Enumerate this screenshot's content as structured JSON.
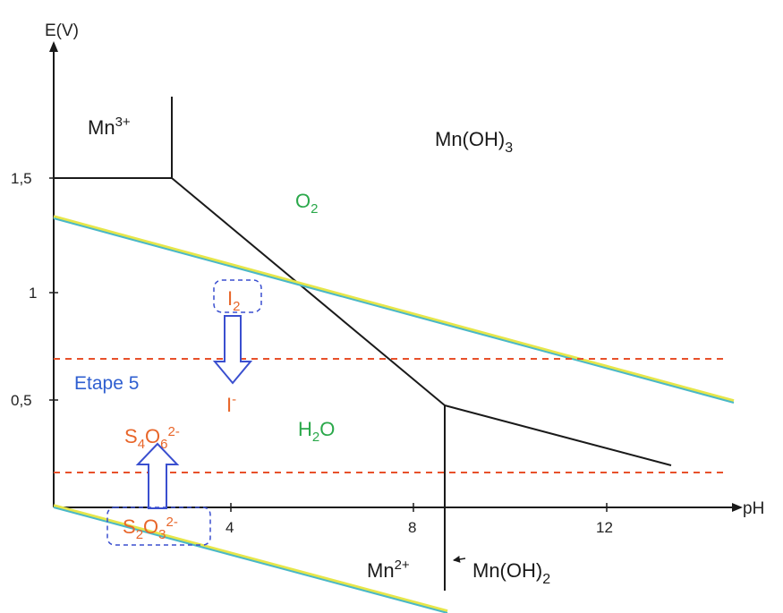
{
  "axes": {
    "y_label": "E(V)",
    "x_label": "pH",
    "y_ticks": [
      "1,5",
      "1",
      "0,5"
    ],
    "x_ticks": [
      "4",
      "8",
      "12"
    ]
  },
  "species": {
    "mn3": {
      "base": "Mn",
      "sup": "3+"
    },
    "mnoh3": {
      "base": "Mn(OH)",
      "sub": "3"
    },
    "o2": {
      "base": "O",
      "sub": "2"
    },
    "h2o": {
      "a": "H",
      "sub": "2",
      "b": "O"
    },
    "mn2": {
      "base": "Mn",
      "sup": "2+"
    },
    "mnoh2": {
      "base": "Mn(OH)",
      "sub": "2"
    },
    "i2": {
      "base": "I",
      "sub": "2"
    },
    "iminus": {
      "base": "I",
      "sup": "-"
    },
    "s4o6": {
      "s": "S",
      "s_sub": "4",
      "o": "O",
      "o_sub": "6",
      "sup": "2-"
    },
    "s2o3": {
      "s": "S",
      "s_sub": "2",
      "o": "O",
      "o_sub": "3",
      "sup": "2-"
    }
  },
  "step_label": "Etape 5",
  "colors": {
    "axis": "#1a1a1a",
    "boundary": "#1a1a1a",
    "water_line": "#4ab8c8",
    "water_line_glow": "#e6e64a",
    "redox_dashed": "#e8502a",
    "arrow": "#3a4fcf",
    "dashed_box": "#3a4fcf"
  }
}
